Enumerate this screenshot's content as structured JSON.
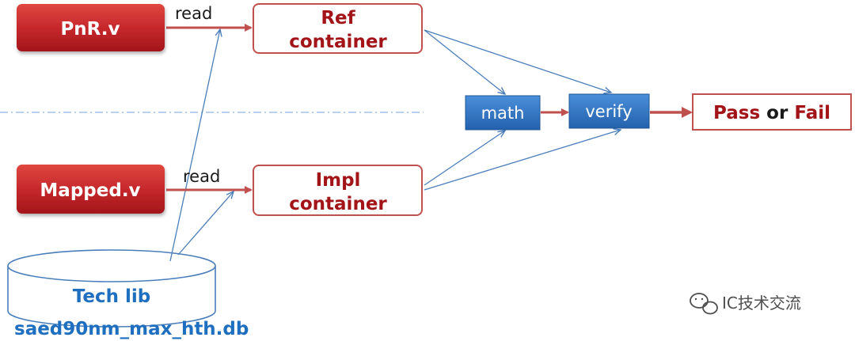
{
  "sources": {
    "pnr": "PnR.v",
    "mapped": "Mapped.v"
  },
  "read_labels": {
    "top": "read",
    "bottom": "read"
  },
  "containers": {
    "ref": [
      "Ref",
      "container"
    ],
    "impl": [
      "Impl",
      "container"
    ]
  },
  "steps": {
    "math": "math",
    "verify": "verify"
  },
  "result": {
    "pass": "Pass",
    "or": "or",
    "fail": "Fail"
  },
  "tech_lib": {
    "label": "Tech lib",
    "file": "saed90nm_max_hth.db"
  },
  "watermark": "IC技术交流",
  "colors": {
    "red_box": "#c0282c",
    "container_border": "#c0504d",
    "container_text": "#a31419",
    "blue_box": "#2d73c4",
    "blue_line": "#4a7ebb",
    "db_text": "#1f6fc0",
    "red_arrow": "#c0504d",
    "divider": "#8eb4e3"
  },
  "icons": {
    "watermark_logo": "wechat-icon"
  }
}
